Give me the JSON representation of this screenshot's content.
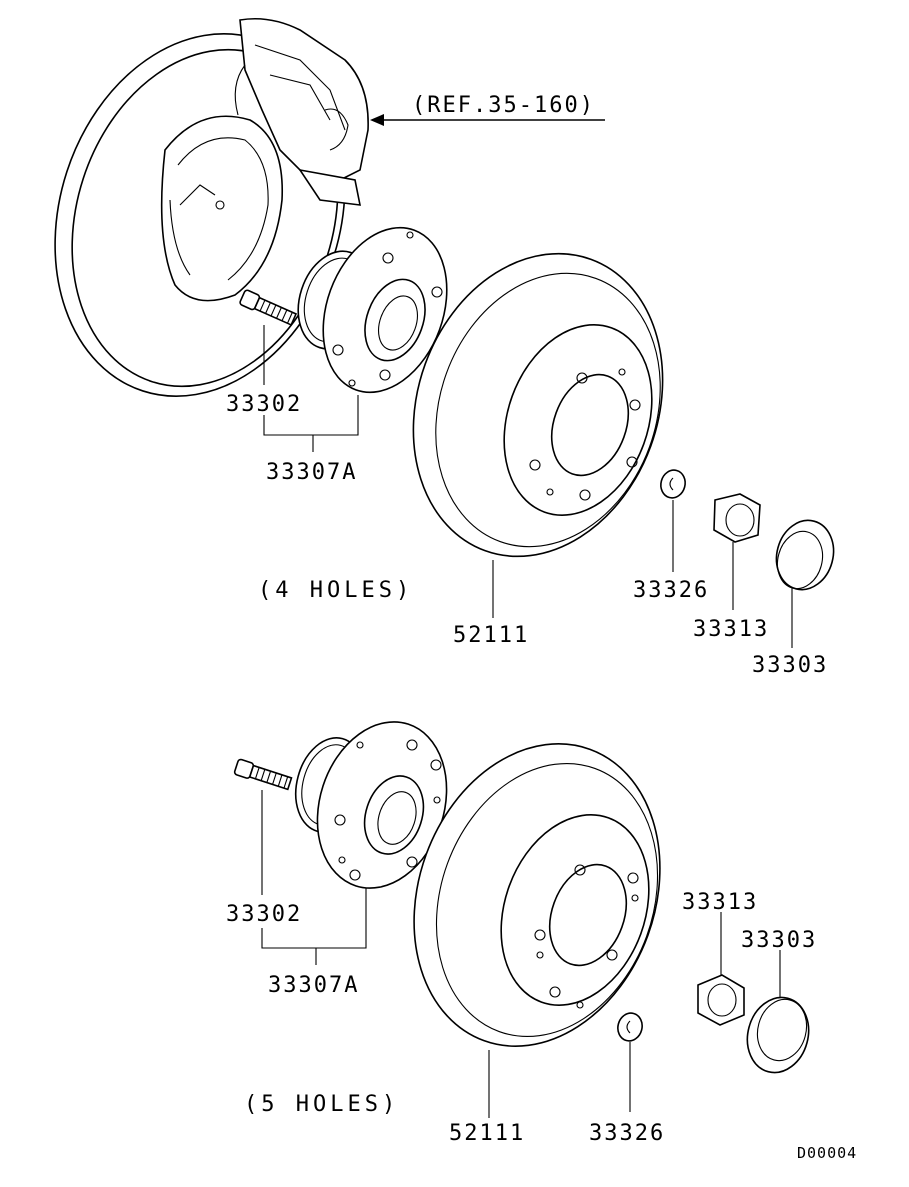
{
  "reference": "(REF.35-160)",
  "top": {
    "caption": "(4 HOLES)",
    "labels": {
      "stud": "33302",
      "hub": "33307A",
      "rotor": "52111",
      "washer": "33326",
      "nut": "33313",
      "cap": "33303"
    }
  },
  "bottom": {
    "caption": "(5 HOLES)",
    "labels": {
      "stud": "33302",
      "hub": "33307A",
      "rotor": "52111",
      "washer": "33326",
      "nut": "33313",
      "cap": "33303"
    }
  },
  "diagram_code": "D00004"
}
